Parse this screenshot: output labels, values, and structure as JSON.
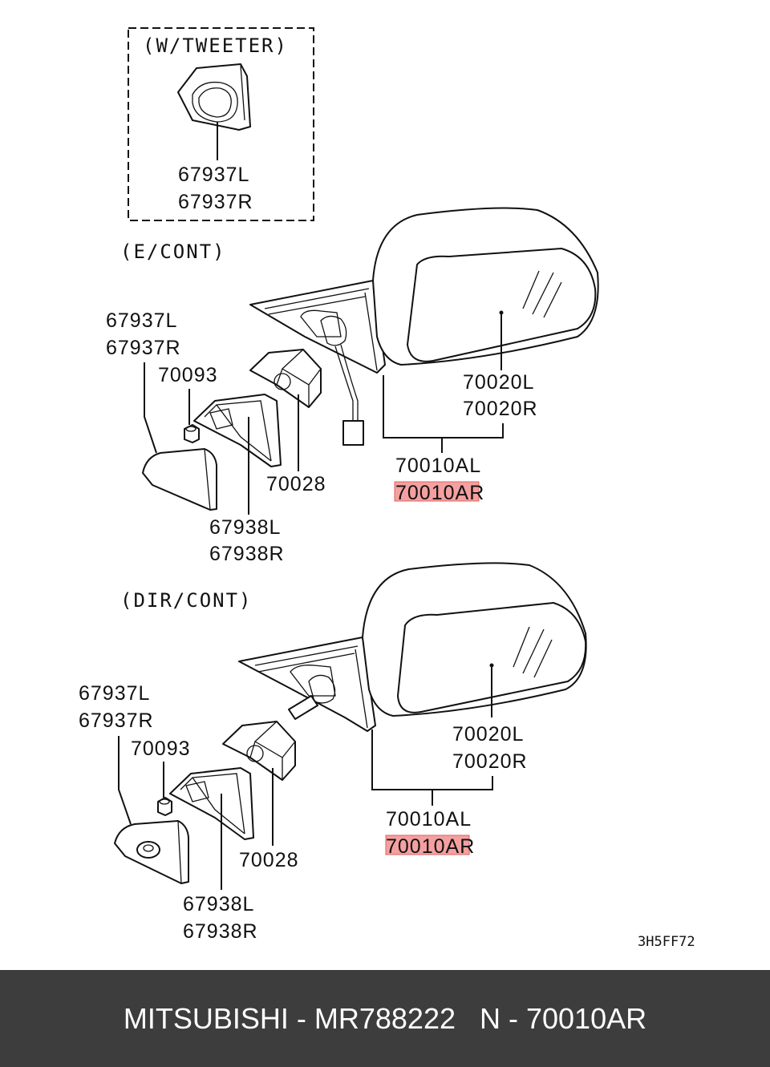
{
  "diagram": {
    "tweeter_box": {
      "title": "(W/TWEETER)",
      "parts": [
        "67937L",
        "67937R"
      ]
    },
    "sections": {
      "econt": {
        "title": "(E/CONT)",
        "cover_parts": [
          "67937L",
          "67937R"
        ],
        "nut": "70093",
        "bracket_parts": [
          "67938L",
          "67938R"
        ],
        "pad": "70028",
        "glass_parts": [
          "70020L",
          "70020R"
        ],
        "assembly_parts": [
          "70010AL",
          "70010AR"
        ]
      },
      "dircont": {
        "title": "(DIR/CONT)",
        "cover_parts": [
          "67937L",
          "67937R"
        ],
        "nut": "70093",
        "bracket_parts": [
          "67938L",
          "67938R"
        ],
        "pad": "70028",
        "glass_parts": [
          "70020L",
          "70020R"
        ],
        "assembly_parts": [
          "70010AL",
          "70010AR"
        ]
      }
    },
    "drawing_code": "3H5FF72"
  },
  "footer": {
    "text": "MITSUBISHI - MR788222   N - 70010AR"
  },
  "colors": {
    "highlight": "#f08080",
    "footer_bg": "#3d3d3d"
  }
}
